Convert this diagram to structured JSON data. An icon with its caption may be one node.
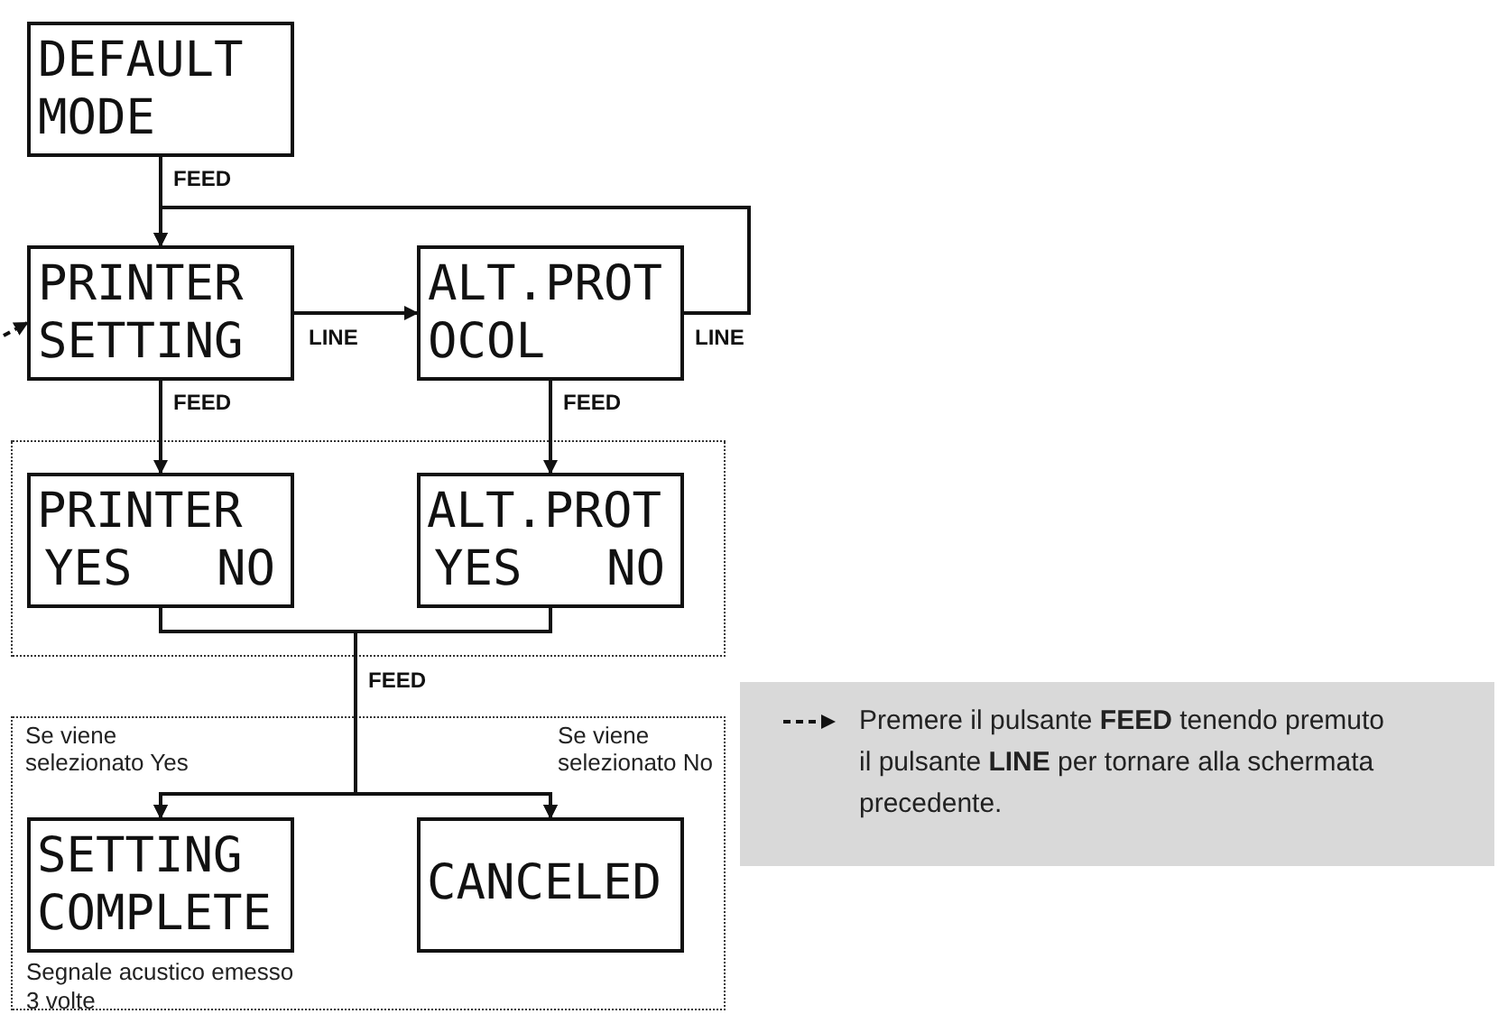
{
  "diagram": {
    "nodes": [
      {
        "text": [
          "DEFAULT MODE"
        ]
      },
      {
        "text": [
          "PRINTER SETTING"
        ]
      },
      {
        "text": [
          "ALT.PROT OCOL"
        ]
      },
      {
        "text": [],
        "shape": "box"
      },
      {
        "text": [
          "PRINTER",
          "YES",
          "NO"
        ],
        "in": 3
      },
      {
        "text": [
          "ALT.PROT",
          "YES",
          "NO"
        ],
        "in": 3
      },
      {
        "text": [],
        "shape": "box"
      },
      {
        "text": [
          "SETTING COMPLETE"
        ],
        "in": 6,
        "beside": [
          "Segnale acustico emesso 3 volte"
        ]
      },
      {
        "text": [
          "CANCELED"
        ],
        "in": 6
      }
    ],
    "edges": [
      {
        "from": 0,
        "to": 1,
        "arrow": "to",
        "label": "FEED"
      },
      {
        "from": 1,
        "to": 2,
        "arrow": "to",
        "label": "LINE"
      },
      {
        "from": 2,
        "to": 1,
        "arrow": "to",
        "label": "LINE"
      },
      {
        "from": null,
        "to": 1,
        "arrow": "to",
        "style": "dashed"
      },
      {
        "from": 1,
        "to": 4,
        "arrow": "to",
        "label": "FEED"
      },
      {
        "from": 2,
        "to": 5,
        "arrow": "to",
        "label": "FEED"
      },
      {
        "from": 4,
        "to": 7,
        "arrow": "to",
        "label": "FEED"
      },
      {
        "from": 4,
        "to": 8,
        "arrow": "to"
      },
      {
        "from": 5,
        "to": 7,
        "arrow": "to"
      },
      {
        "from": 5,
        "to": 8,
        "arrow": "to"
      }
    ],
    "labels": [
      "Se viene selezionato Yes",
      "Se viene selezionato No"
    ],
    "legend": [
      {
        "text": "Premere il pulsante **FEED** tenendo premuto il pulsante **LINE** per tornare alla schermata precedente."
      }
    ]
  }
}
